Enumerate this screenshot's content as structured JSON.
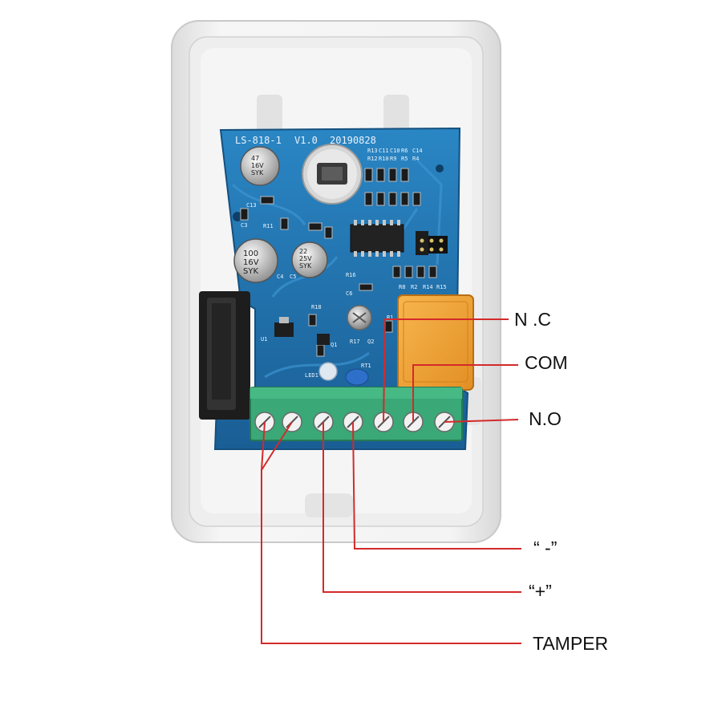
{
  "board": {
    "model": "LS-818-1",
    "version": "V1.0",
    "date": "20190828",
    "components": {
      "cap_small": [
        "47",
        "16V",
        "SYK"
      ],
      "cap_large": [
        "100",
        "16V",
        "SYK"
      ],
      "cap_mid": [
        "22",
        "25V",
        "SYK"
      ],
      "led": "LED1",
      "regulator": "U1",
      "transistor": "Q1"
    },
    "silkscreen": [
      "C13",
      "C3",
      "R11",
      "C4",
      "C5",
      "R16",
      "C6",
      "R18",
      "R17",
      "R12",
      "R13",
      "R10",
      "C11",
      "R9",
      "C10",
      "R5",
      "R6",
      "R4",
      "C14",
      "R8",
      "R2",
      "R14",
      "R15",
      "R1",
      "Q2",
      "RT1"
    ]
  },
  "callouts": [
    {
      "id": "nc",
      "label": "N .C"
    },
    {
      "id": "com",
      "label": "COM"
    },
    {
      "id": "no",
      "label": "N.O"
    },
    {
      "id": "minus",
      "label": "“ -”"
    },
    {
      "id": "plus",
      "label": "“+”"
    },
    {
      "id": "tamper",
      "label": "TAMPER"
    }
  ],
  "colors": {
    "wire": "#d42a2a",
    "pcb": "#1f6fa8",
    "terminal": "#3aa877",
    "relay": "#f0a23a",
    "housing": "#f2f2f2"
  }
}
